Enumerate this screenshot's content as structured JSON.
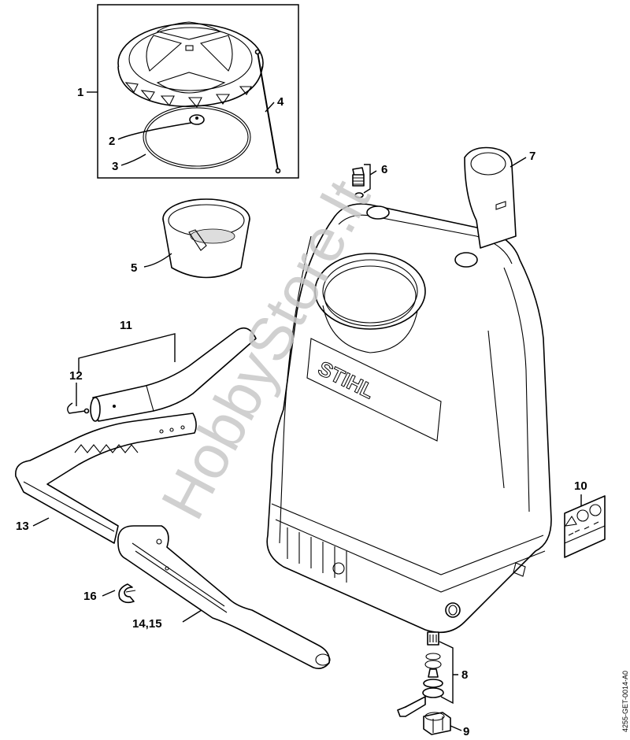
{
  "diagram": {
    "title": "STIHL backpack sprayer tank – exploded parts diagram",
    "brand_text": "STIHL",
    "watermark": "HobbyStore.lt",
    "document_id": "4255-GET-0014-A0",
    "callouts": [
      {
        "id": "1",
        "label": "1",
        "part": "tank-cap"
      },
      {
        "id": "2",
        "label": "2",
        "part": "valve"
      },
      {
        "id": "3",
        "label": "3",
        "part": "o-ring"
      },
      {
        "id": "4",
        "label": "4",
        "part": "retaining-cord"
      },
      {
        "id": "5",
        "label": "5",
        "part": "filter-basket"
      },
      {
        "id": "6",
        "label": "6",
        "part": "fitting-with-washer"
      },
      {
        "id": "7",
        "label": "7",
        "part": "spray-tube-holder"
      },
      {
        "id": "8",
        "label": "8",
        "part": "valve-assembly"
      },
      {
        "id": "9",
        "label": "9",
        "part": "union-nut"
      },
      {
        "id": "10",
        "label": "10",
        "part": "warning-label"
      },
      {
        "id": "11",
        "label": "11",
        "part": "hand-lever-grip"
      },
      {
        "id": "12",
        "label": "12",
        "part": "spring-clip"
      },
      {
        "id": "13",
        "label": "13",
        "part": "pump-lever"
      },
      {
        "id": "14_15",
        "label": "14,15",
        "part": "lever-extension"
      },
      {
        "id": "16",
        "label": "16",
        "part": "retaining-clip"
      }
    ]
  }
}
